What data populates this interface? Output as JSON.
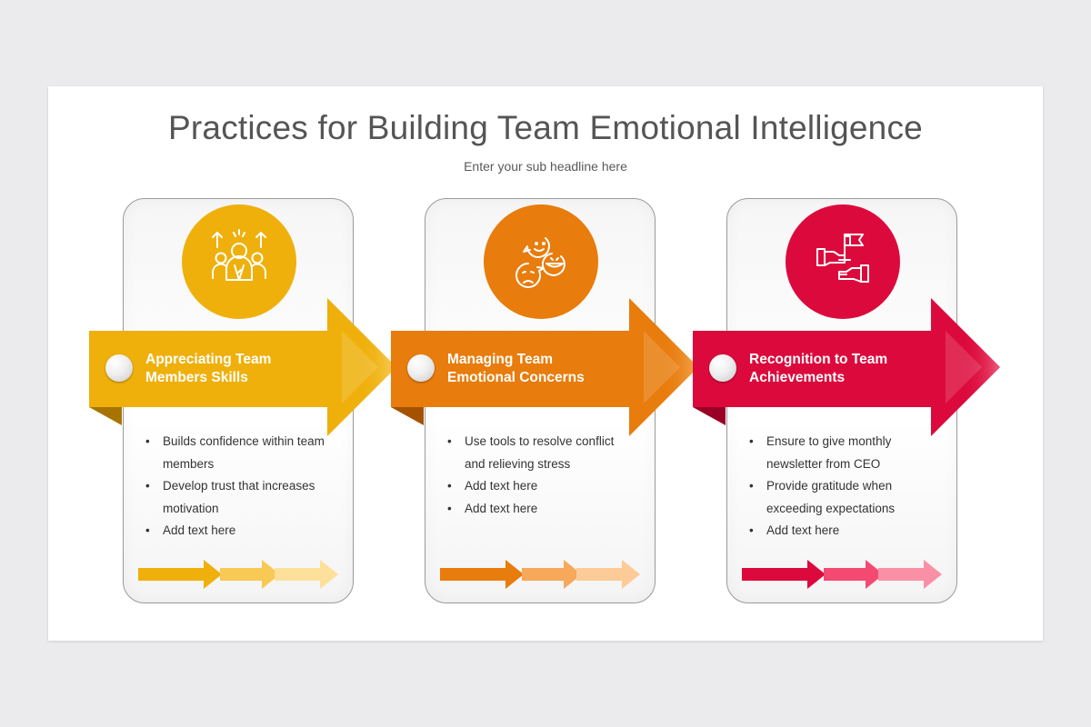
{
  "title": "Practices for Building Team Emotional Intelligence",
  "subtitle": "Enter your sub headline here",
  "colors": {
    "yellow": "#efb00c",
    "orange": "#e87c0c",
    "red": "#dc0a3c"
  },
  "steps": [
    {
      "icon": "team-growth-icon",
      "label": "Appreciating Team Members Skills",
      "bullets": [
        "Builds confidence within team members",
        "Develop trust that increases motivation",
        "Add text here"
      ]
    },
    {
      "icon": "emotion-faces-icon",
      "label": "Managing Team Emotional Concerns",
      "bullets": [
        "Use tools to resolve conflict and relieving stress",
        "Add text here",
        "Add text here"
      ]
    },
    {
      "icon": "teamwork-flag-icon",
      "label": "Recognition to Team Achievements",
      "bullets": [
        "Ensure to give monthly newsletter from CEO",
        "Provide gratitude when exceeding expectations",
        "Add text here"
      ]
    }
  ]
}
